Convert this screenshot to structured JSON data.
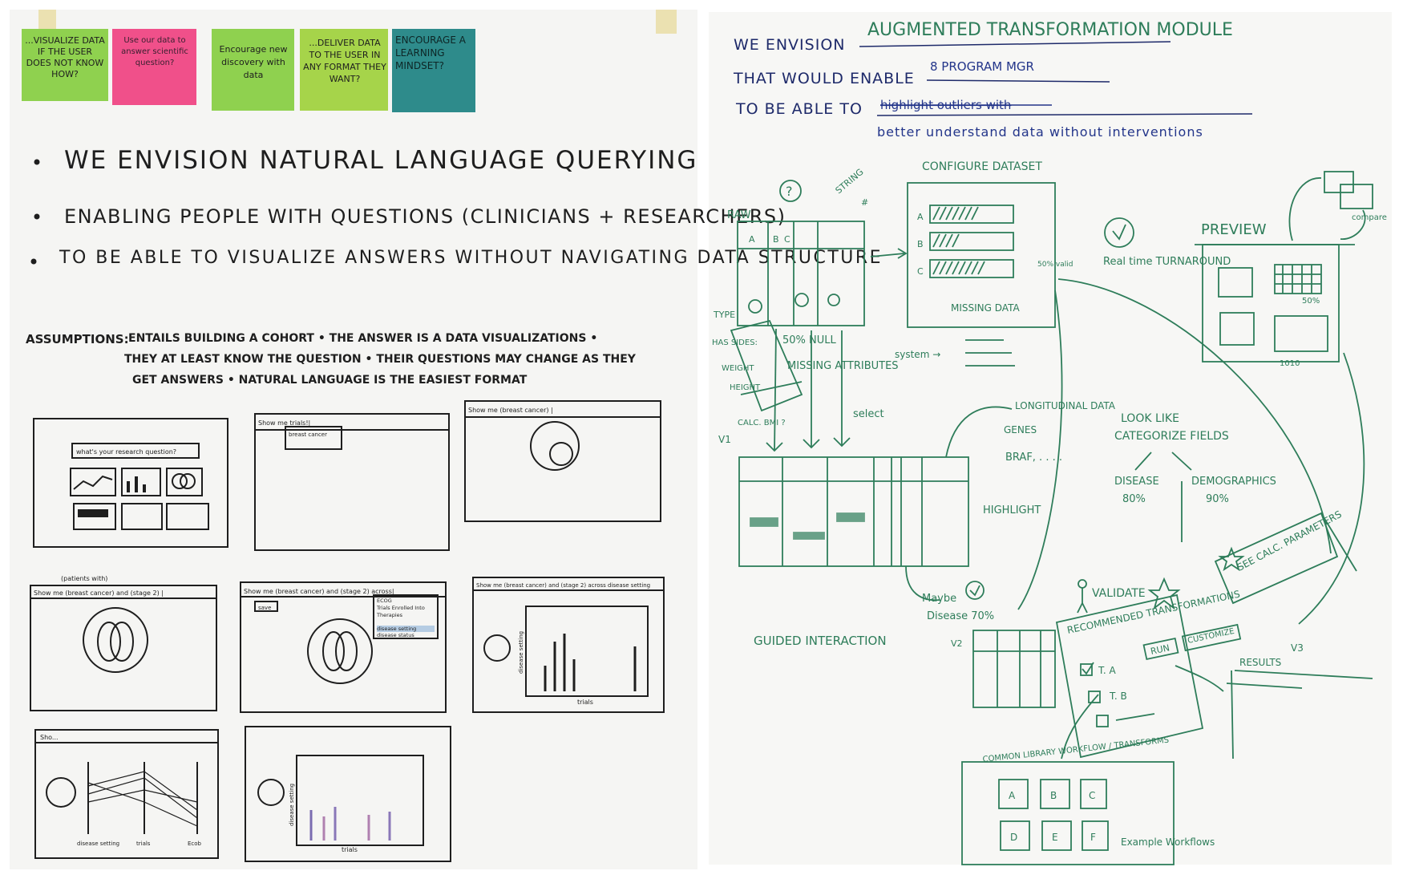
{
  "left_panel": {
    "stickies": [
      {
        "text": "...VISUALIZE DATA IF THE USER DOES NOT KNOW HOW?",
        "color": "#8fd14f"
      },
      {
        "text": "Use our data to answer scientific question?",
        "color": "#f0508a"
      },
      {
        "text": "Encourage new discovery with data",
        "color": "#8fd14f"
      },
      {
        "text": "...DELIVER DATA TO THE USER IN ANY FORMAT THEY WANT?",
        "color": "#a6d44a"
      },
      {
        "text": "ENCOURAGE A LEARNING MINDSET?",
        "color": "#2e8b8b"
      }
    ],
    "bullets": [
      "WE ENVISION NATURAL LANGUAGE QUERYING",
      "ENABLING PEOPLE WITH QUESTIONS (CLINICIANS + RESEARCHERS)",
      "TO BE ABLE TO VISUALIZE ANSWERS WITHOUT NAVIGATING DATA STRUCTURE"
    ],
    "assumptions": {
      "label": "ASSUMPTIONS:",
      "lines": [
        "ENTAILS BUILDING A COHORT • THE ANSWER IS A DATA VISUALIZATIONS •",
        "THEY AT LEAST KNOW THE QUESTION • THEIR QUESTIONS MAY CHANGE AS THEY",
        "GET ANSWERS • NATURAL LANGUAGE IS THE EASIEST FORMAT"
      ]
    },
    "sketches": {
      "s1_title": "what's your research question?",
      "s2_title": "Show me trials!|",
      "s2_box": "breast cancer",
      "s3_title": "Show me (breast cancer) |",
      "s4_note": "(patients with)",
      "s4_title": "Show me (breast cancer) and (stage 2) |",
      "s5_title": "Show me (breast cancer) and (stage 2) across|",
      "s5_save": "save",
      "s5_menu": [
        "ECOG",
        "Trials Enrolled Into",
        "Therapies",
        "disease setting",
        "disease status"
      ],
      "s6_title": "Show me (breast cancer) and (stage 2) across disease setting",
      "s6_ylabel": "disease setting",
      "s6_xlabel": "trials",
      "s7_title": "Sho...",
      "s7_labels": [
        "disease setting",
        "trials",
        "Ecob"
      ],
      "s8_ylabel": "disease setting",
      "s8_xlabel": "trials"
    }
  },
  "right_panel": {
    "header": {
      "line1_prefix": "WE ENVISION",
      "line1_fill": "AUGMENTED TRANSFORMATION MODULE",
      "line2_prefix": "THAT WOULD ENABLE",
      "line2_fill": "8 PROGRAM MGR",
      "line3_prefix": "TO BE ABLE TO",
      "line3_struck": "highlight outliers with",
      "line4": "better understand data without interventions"
    },
    "labels": {
      "question_mark": "?",
      "string": "STRING",
      "hash": "#",
      "raw": "RAW",
      "raw_cols": [
        "A",
        "B",
        "C"
      ],
      "configure": "CONFIGURE DATASET",
      "config_rows": [
        "A",
        "B",
        "C"
      ],
      "pct_valid": "50% valid",
      "missing_data": "MISSING DATA",
      "system": "system →",
      "null50": "50% NULL",
      "missing_attr": "MISSING ATTRIBUTES",
      "type": "TYPE",
      "has_sides": "HAS SIDES:",
      "weight": "WEIGHT",
      "height": "HEIGHT",
      "calc_bmi": "CALC. BMI ?",
      "v1": "V1",
      "select": "select",
      "realtime": "Real time TURNAROUND",
      "preview": "PREVIEW",
      "compare": "compare",
      "pct50": "50%",
      "num1010": "1010",
      "longitudinal": "LONGITUDINAL DATA",
      "genes": "GENES",
      "braf": "BRAF, . . . .",
      "highlight": "HIGHLIGHT",
      "looklike": "LOOK LIKE",
      "categorize": "CATEGORIZE FIELDS",
      "disease": "DISEASE",
      "disease_pct": "80%",
      "demographics": "DEMOGRAPHICS",
      "demographics_pct": "90%",
      "maybe": "Maybe",
      "maybe_disease": "Disease 70%",
      "validate": "VALIDATE",
      "guided": "GUIDED INTERACTION",
      "v2": "V2",
      "recommended": "RECOMMENDED TRANSFORMATIONS",
      "run": "RUN",
      "customize": "CUSTOMIZE",
      "t_a": "T. A",
      "t_b": "T. B",
      "see_calc": "SEE CALC. PARAMETERS",
      "v3": "V3",
      "results": "RESULTS",
      "common_library": "COMMON LIBRARY WORKFLOW / TRANSFORMS",
      "lib_boxes": [
        "A",
        "B",
        "C",
        "D",
        "E",
        "F"
      ],
      "example": "Example Workflows"
    }
  },
  "colors": {
    "ink": "#1e1e1e",
    "green": "#2e7d5a",
    "blue": "#23358a",
    "paper": "#f4f4f2"
  }
}
